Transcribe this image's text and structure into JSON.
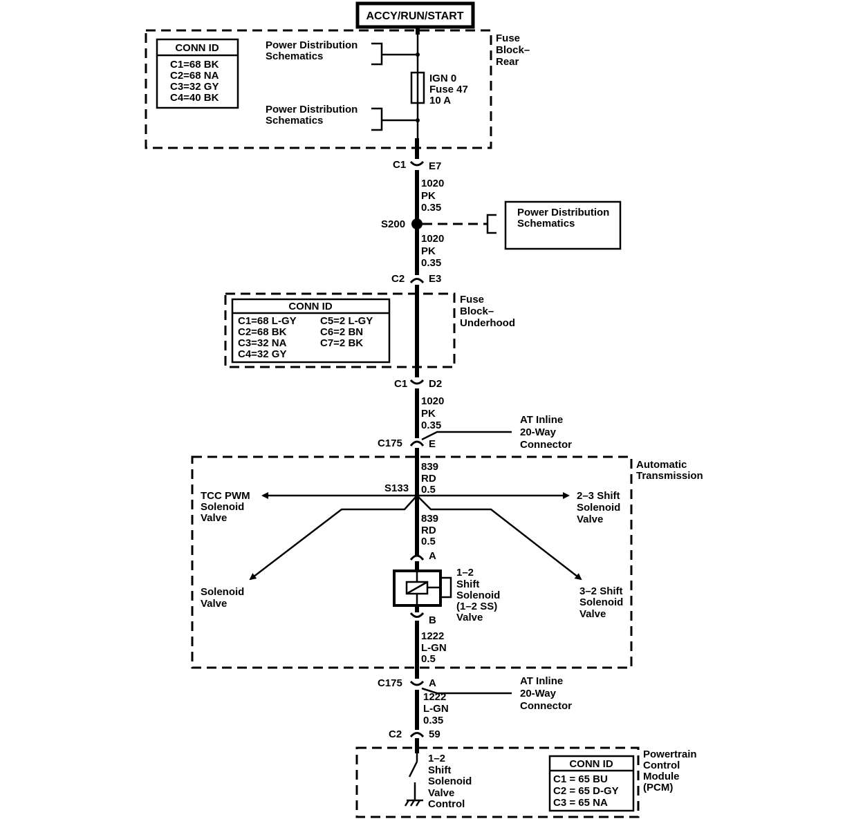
{
  "title": "ACCY/RUN/START",
  "fuse_block_rear": {
    "name": [
      "Fuse",
      "Block–",
      "Rear"
    ],
    "conn_id": {
      "header": "CONN ID",
      "rows": [
        "C1=68 BK",
        "C2=68 NA",
        "C3=32 GY",
        "C4=40 BK"
      ]
    },
    "power_dist_1": [
      "Power Distribution",
      "Schematics"
    ],
    "power_dist_2": [
      "Power Distribution",
      "Schematics"
    ],
    "fuse": [
      "IGN 0",
      "Fuse 47",
      "10 A"
    ]
  },
  "c1_e7": {
    "left": "C1",
    "right": "E7"
  },
  "wire_1020_a": [
    "1020",
    "PK",
    "0.35"
  ],
  "splice_s200": "S200",
  "power_dist_3": [
    "Power Distribution",
    "Schematics"
  ],
  "wire_1020_b": [
    "1020",
    "PK",
    "0.35"
  ],
  "c2_e3": {
    "left": "C2",
    "right": "E3"
  },
  "fuse_block_underhood": {
    "name": [
      "Fuse",
      "Block–",
      "Underhood"
    ],
    "conn_id": {
      "header": "CONN ID",
      "col1": [
        "C1=68 L-GY",
        "C2=68 BK",
        "C3=32 NA",
        "C4=32 GY"
      ],
      "col2": [
        "C5=2 L-GY",
        "C6=2 BN",
        "C7=2 BK"
      ]
    }
  },
  "c1_d2": {
    "left": "C1",
    "right": "D2"
  },
  "wire_1020_c": [
    "1020",
    "PK",
    "0.35"
  ],
  "c175_e": {
    "left": "C175",
    "right": "E"
  },
  "at_inline_1": [
    "AT Inline",
    "20-Way",
    "Connector"
  ],
  "automatic_transmission": [
    "Automatic",
    "Transmission"
  ],
  "wire_839_a": [
    "839",
    "RD",
    "0.5"
  ],
  "splice_s133": "S133",
  "tcc_pwm": [
    "TCC PWM",
    "Solenoid",
    "Valve"
  ],
  "shift_23": [
    "2–3 Shift",
    "Solenoid",
    "Valve"
  ],
  "wire_839_b": [
    "839",
    "RD",
    "0.5"
  ],
  "pin_a": "A",
  "solenoid_valve": [
    "Solenoid",
    "Valve"
  ],
  "shift_32": [
    "3–2 Shift",
    "Solenoid",
    "Valve"
  ],
  "shift_12_solenoid": [
    "1–2",
    "Shift",
    "Solenoid",
    "(1–2 SS)",
    "Valve"
  ],
  "pin_b": "B",
  "wire_1222_a": [
    "1222",
    "L-GN",
    "0.5"
  ],
  "c175_a": {
    "left": "C175",
    "right": "A"
  },
  "at_inline_2": [
    "AT Inline",
    "20-Way",
    "Connector"
  ],
  "wire_1222_b": [
    "1222",
    "L-GN",
    "0.35"
  ],
  "c2_59": {
    "left": "C2",
    "right": "59"
  },
  "pcm_control": [
    "1–2",
    "Shift",
    "Solenoid",
    "Valve",
    "Control"
  ],
  "pcm": {
    "name": [
      "Powertrain",
      "Control",
      "Module",
      "(PCM)"
    ],
    "conn_id": {
      "header": "CONN ID",
      "rows": [
        "C1 = 65 BU",
        "C2 = 65 D-GY",
        "C3 = 65 NA"
      ]
    }
  }
}
